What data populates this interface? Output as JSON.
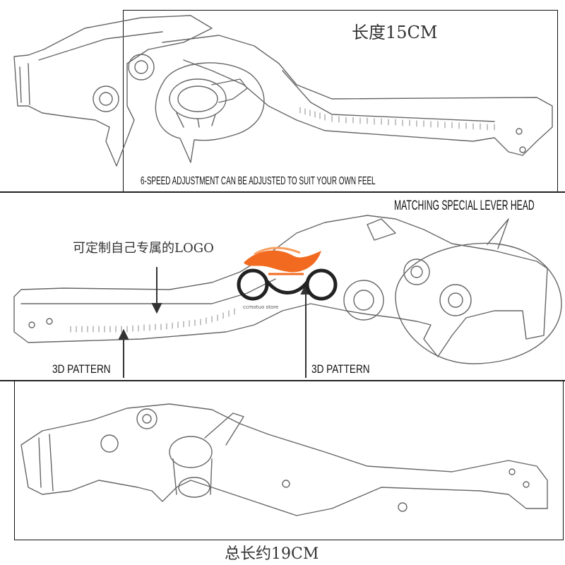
{
  "top_panel": {
    "length_label": "长度15CM",
    "adjust_note": "6-SPEED ADJUSTMENT CAN BE ADJUSTED TO SUIT YOUR OWN FEEL"
  },
  "middle_panel": {
    "lever_head_label": "MATCHING SPECIAL LEVER HEAD",
    "logo_note": "可定制自己专属的LOGO",
    "pattern_left": "3D PATTERN",
    "pattern_right": "3D PATTERN",
    "store_watermark": "ccmotuo store"
  },
  "bottom_panel": {
    "total_length_label": "总长约19CM"
  },
  "colors": {
    "logo_orange": "#f26a1f",
    "logo_dark": "#222222",
    "outline": "#555555"
  }
}
